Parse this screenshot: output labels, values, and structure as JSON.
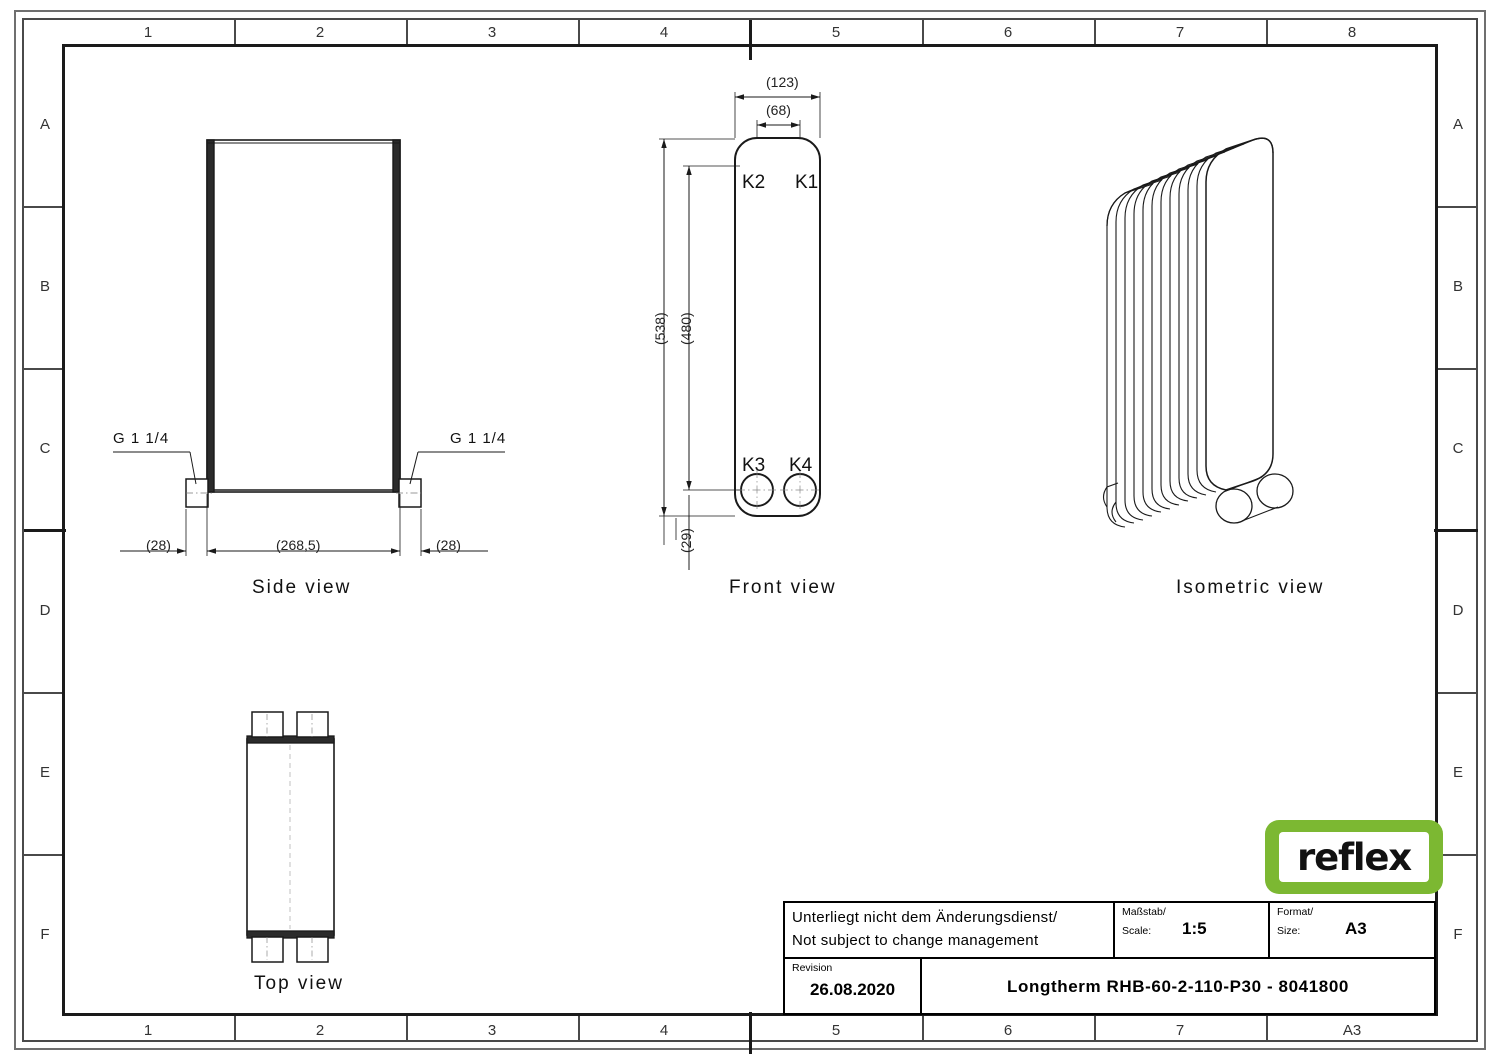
{
  "sheet": {
    "format": "A3",
    "grid_columns": [
      "1",
      "2",
      "3",
      "4",
      "5",
      "6",
      "7",
      "8"
    ],
    "grid_columns_bottom": [
      "1",
      "2",
      "3",
      "4",
      "5",
      "6",
      "7",
      "A3"
    ],
    "grid_rows": [
      "A",
      "B",
      "C",
      "D",
      "E",
      "F"
    ]
  },
  "views": {
    "side": {
      "label": "Side view",
      "dimensions": {
        "left_offset": "(28)",
        "body_width": "(268,5)",
        "right_offset": "(28)"
      },
      "callouts": {
        "thread_left": "G 1 1/4",
        "thread_right": "G 1 1/4"
      }
    },
    "front": {
      "label": "Front view",
      "dimensions": {
        "outer_width": "(123)",
        "port_spacing": "(68)",
        "overall_height": "(538)",
        "port_center_height": "(480)",
        "bottom_offset": "(29)"
      },
      "ports": {
        "top_left": "K2",
        "top_right": "K1",
        "bottom_left": "K3",
        "bottom_right": "K4"
      }
    },
    "isometric": {
      "label": "Isometric view"
    },
    "top": {
      "label": "Top view"
    }
  },
  "title_block": {
    "note_line_1": "Unterliegt nicht dem Änderungsdienst/",
    "note_line_2": "Not subject to change management",
    "scale_label_de": "Maßstab/",
    "scale_label_en": "Scale:",
    "scale_value": "1:5",
    "format_label_de": "Format/",
    "format_label_en": "Size:",
    "format_value": "A3",
    "revision_label": "Revision",
    "revision_value": "26.08.2020",
    "drawing_title": "Longtherm RHB-60-2-110-P30 - 8041800"
  },
  "logo": {
    "text": "reflex",
    "background_color": "#7cb832",
    "inner_color": "#ffffff",
    "text_color": "#111111"
  }
}
